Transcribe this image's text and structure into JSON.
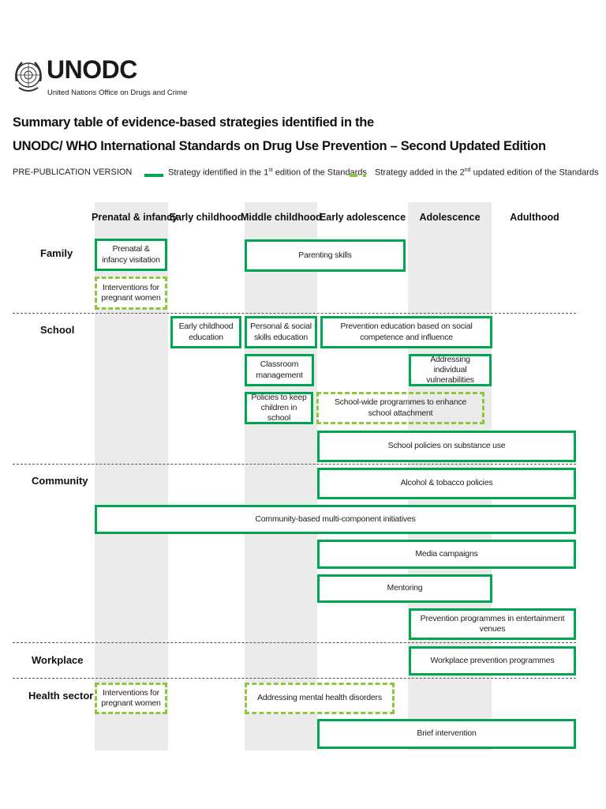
{
  "logo": {
    "word": "UNODC",
    "subtitle": "United Nations Office on Drugs and Crime"
  },
  "title_line1": "Summary table of evidence-based strategies identified in the",
  "title_line2": "UNODC/ WHO International Standards on Drug Use Prevention – Second Updated Edition",
  "version": "PRE-PUBLICATION VERSION",
  "legend": {
    "solid_prefix": "Strategy identified in the 1",
    "solid_sup": "st",
    "solid_suffix": " edition of the Standards",
    "dashed_prefix": "Strategy added in the 2",
    "dashed_sup": "nd",
    "dashed_suffix": " updated edition of the Standards",
    "solid_color": "#00a651",
    "dashed_color": "#8dc63f"
  },
  "columns": [
    "Prenatal & infancy",
    "Early childhood",
    "Middle childhood",
    "Early adolescence",
    "Adolescence",
    "Adulthood"
  ],
  "rows": [
    "Family",
    "School",
    "Community",
    "Workplace",
    "Health sector"
  ],
  "strategies": {
    "prenatal_visitation": "Prenatal & infancy visitation",
    "parenting_skills": "Parenting skills",
    "interventions_pregnant_family": "Interventions for pregnant women",
    "early_childhood_education": "Early childhood education",
    "personal_social_skills": "Personal & social skills education",
    "prevention_education": "Prevention education based on social competence and influence",
    "classroom_management": "Classroom management",
    "addressing_vulnerabilities": "Addressing individual vulnerabilities",
    "policies_keep_children": "Policies to keep children in school",
    "school_wide_programmes": "School-wide programmes to enhance school attachment",
    "school_policies_substance": "School policies on substance use",
    "alcohol_tobacco": "Alcohol & tobacco policies",
    "community_multicomponent": "Community-based multi-component initiatives",
    "media_campaigns": "Media campaigns",
    "mentoring": "Mentoring",
    "entertainment_venues": "Prevention programmes in entertainment venues",
    "workplace_programmes": "Workplace prevention programmes",
    "interventions_pregnant_health": "Interventions for pregnant women",
    "mental_health": "Addressing mental health disorders",
    "brief_intervention": "Brief intervention"
  }
}
